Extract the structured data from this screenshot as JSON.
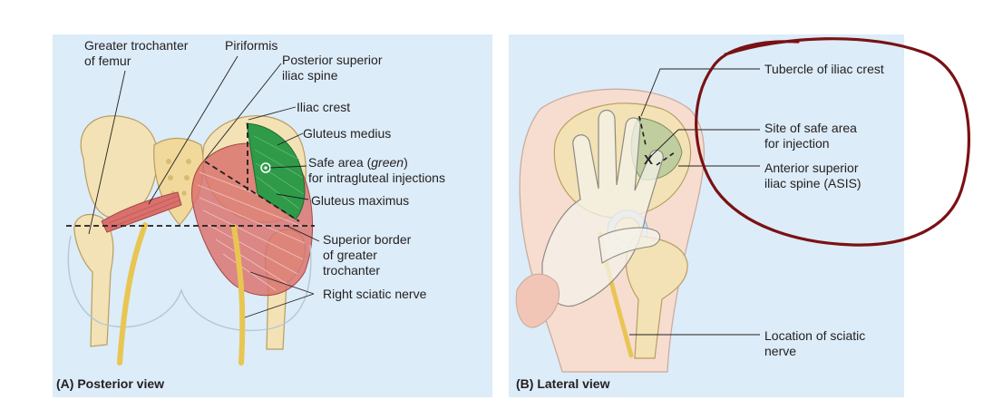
{
  "panel_a": {
    "caption": "(A) Posterior view",
    "labels": {
      "greater_trochanter": "Greater trochanter\nof femur",
      "piriformis": "Piriformis",
      "psis": "Posterior superior\niliac spine",
      "iliac_crest": "Iliac crest",
      "gluteus_medius": "Gluteus medius",
      "safe_area_prefix": "Safe area (",
      "safe_area_green": "green",
      "safe_area_suffix": ")",
      "safe_area_line2": "for intragluteal injections",
      "gluteus_maximus": "Gluteus maximus",
      "superior_border": "Superior border\nof greater\ntrochanter",
      "sciatic_nerve": "Right sciatic nerve"
    }
  },
  "panel_b": {
    "caption": "(B) Lateral view",
    "labels": {
      "tubercle": "Tubercle of iliac crest",
      "site_safe": "Site of safe area\nfor injection",
      "asis": "Anterior superior\niliac spine (ASIS)",
      "sciatic_location": "Location of sciatic\nnerve"
    },
    "injection_mark": "X"
  },
  "colors": {
    "panel_background": "#dcecf8",
    "bone": "#f3e2b5",
    "muscle": "#d9706c",
    "safe_area": "#2f9b49",
    "nerve": "#e9c552",
    "skin": "#f4d2c4",
    "glove": "#f4f1ea",
    "annotation_circle": "#7a1114"
  }
}
